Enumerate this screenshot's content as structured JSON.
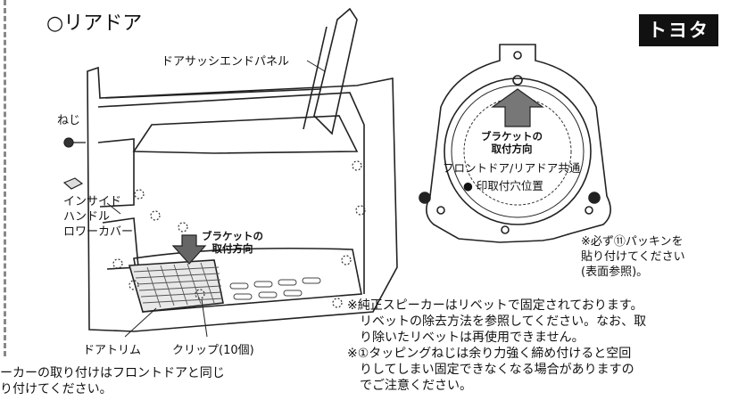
{
  "brand": "トヨタ",
  "title": "○リアドア",
  "labels": {
    "panel": "ドアサッシエンドパネル",
    "screw": "ねじ",
    "inside_handle": [
      "インサイド",
      "ハンドル",
      "ロワーカバー"
    ],
    "bracket_door": [
      "ブラケットの",
      "取付方向"
    ],
    "door_trim": "ドアトリム",
    "clip": "クリップ(10個)"
  },
  "bracket_panel": {
    "direction": [
      "ブラケットの",
      "取付方向"
    ],
    "common": "フロントドア/リアドア共通",
    "mark": "● 印取付穴位置"
  },
  "packing_note": [
    "※必ず⑪パッキンを",
    "貼り付けてください",
    "(表面参照)。"
  ],
  "notes": [
    "※純正スピーカーはリベットで固定されております。",
    "　リベットの除去方法を参照してください。なお、取",
    "　り除いたリベットは再使用できません。",
    "※①タッピングねじは余り力強く締め付けると空回",
    "　りしてしまい固定できなくなる場合がありますの",
    "　でご注意ください。"
  ],
  "bottom_left": [
    "ーカーの取り付けはフロントドアと同じ",
    "り付けてください。"
  ]
}
